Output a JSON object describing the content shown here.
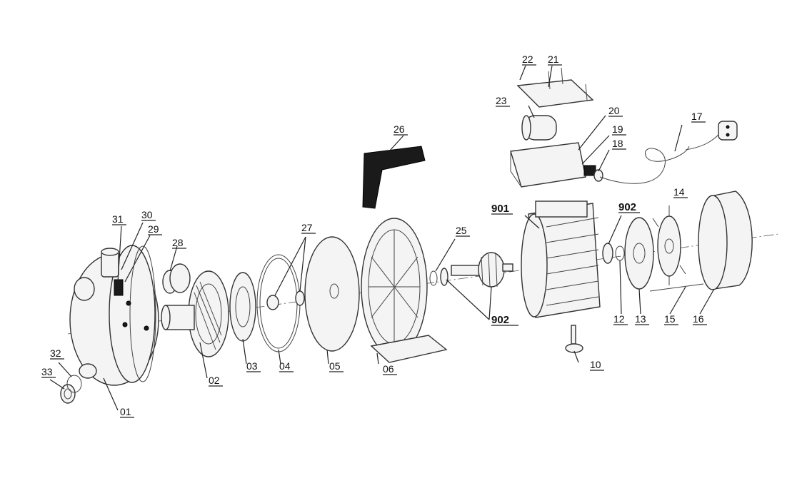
{
  "labels": {
    "p01": "01",
    "p02": "02",
    "p03": "03",
    "p04": "04",
    "p05": "05",
    "p06": "06",
    "p10": "10",
    "p12": "12",
    "p13": "13",
    "p14": "14",
    "p15": "15",
    "p16": "16",
    "p17": "17",
    "p18": "18",
    "p19": "19",
    "p20": "20",
    "p21": "21",
    "p22": "22",
    "p23": "23",
    "p25": "25",
    "p26": "26",
    "p27": "27",
    "p28": "28",
    "p29": "29",
    "p30": "30",
    "p31": "31",
    "p32": "32",
    "p33": "33",
    "p901": "901",
    "p902a": "902",
    "p902b": "902"
  }
}
